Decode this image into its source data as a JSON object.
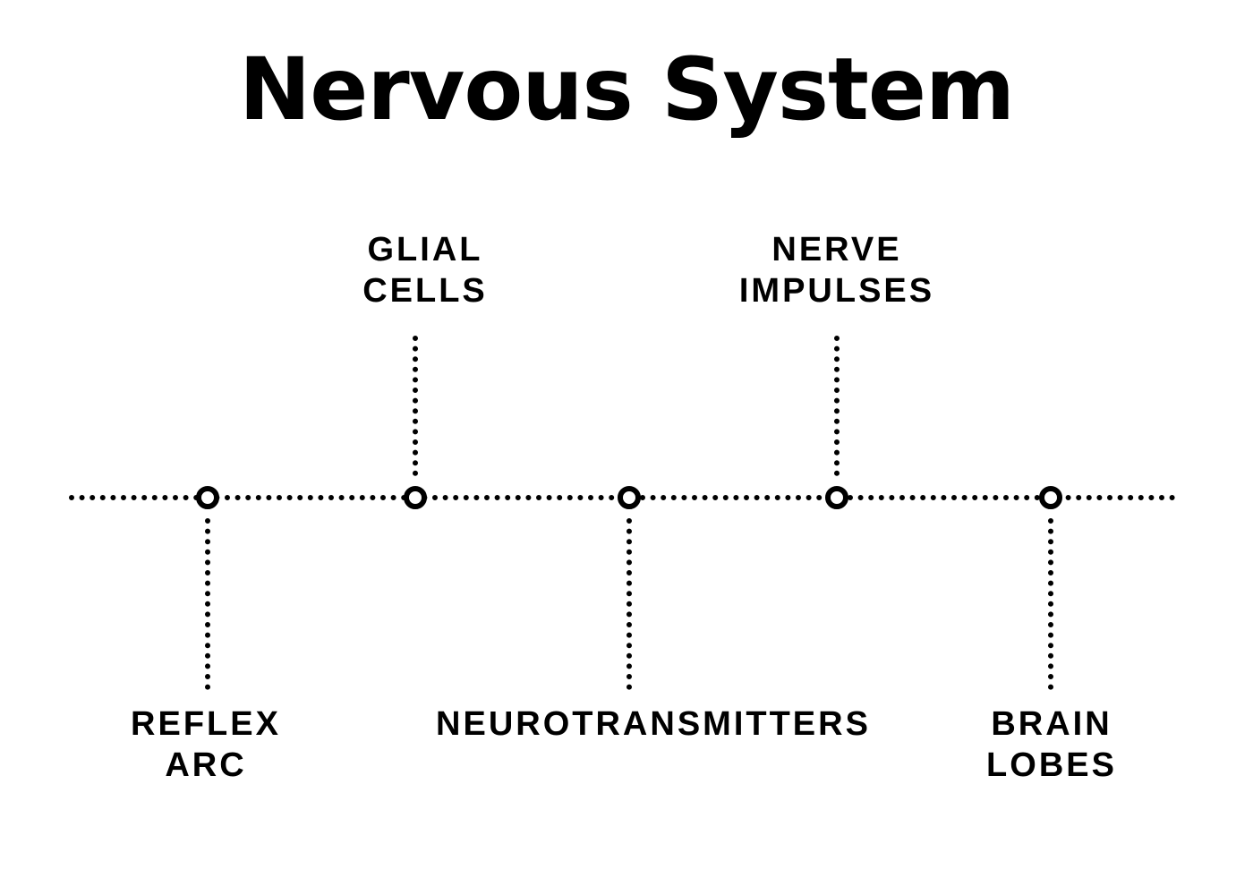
{
  "title": "Nervous System",
  "timeline": {
    "nodes": [
      {
        "label": "REFLEX\nARC",
        "side": "below"
      },
      {
        "label": "GLIAL\nCELLS",
        "side": "above"
      },
      {
        "label": "NEUROTRANSMITTERS",
        "side": "below"
      },
      {
        "label": "NERVE\nIMPULSES",
        "side": "above"
      },
      {
        "label": "BRAIN\nLOBES",
        "side": "below"
      }
    ]
  },
  "colors": {
    "ink": "#000000",
    "background": "#ffffff"
  }
}
